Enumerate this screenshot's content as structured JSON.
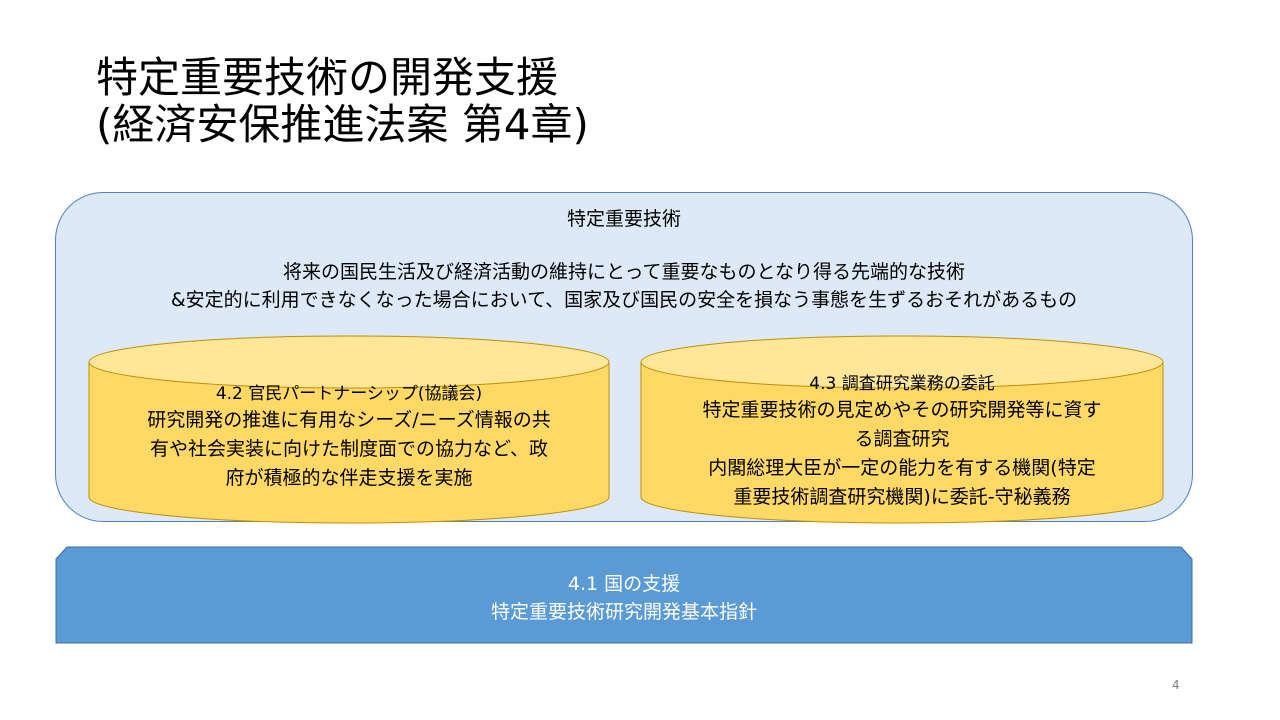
{
  "slide": {
    "title_line1": "特定重要技術の開発支援",
    "title_line2": "(経済安保推進法案 第4章)",
    "page_number": "4"
  },
  "outer_box": {
    "label": "特定重要技術",
    "definition_line1": "将来の国民生活及び経済活動の維持にとって重要なものとなり得る先端的な技術",
    "definition_line2": "&安定的に利用できなくなった場合において、国家及び国民の安全を損なう事態を生ずるおそれがあるもの",
    "fill_color": "#dde9f6",
    "border_color": "#4f81bd"
  },
  "left_cylinder": {
    "heading": "4.2 官民パートナーシップ(協議会)",
    "lines": [
      "研究開発の推進に有用なシーズ/ニーズ情報の共",
      "有や社会実装に向けた制度面での協力など、政",
      "府が積極的な伴走支援を実施"
    ],
    "fill_color": "#ffd966",
    "top_color": "#ffe699"
  },
  "right_cylinder": {
    "heading": "4.3 調査研究業務の委託",
    "lines": [
      "特定重要技術の見定めやその研究開発等に資す",
      "る調査研究",
      "内閣総理大臣が一定の能力を有する機関(特定",
      "重要技術調査研究機関)に委託-守秘義務"
    ],
    "fill_color": "#ffd966",
    "top_color": "#ffe699"
  },
  "base_block": {
    "heading": "4.1 国の支援",
    "subtitle": "特定重要技術研究開発基本指針",
    "fill_color": "#5b9bd5",
    "border_color": "#41719c"
  }
}
